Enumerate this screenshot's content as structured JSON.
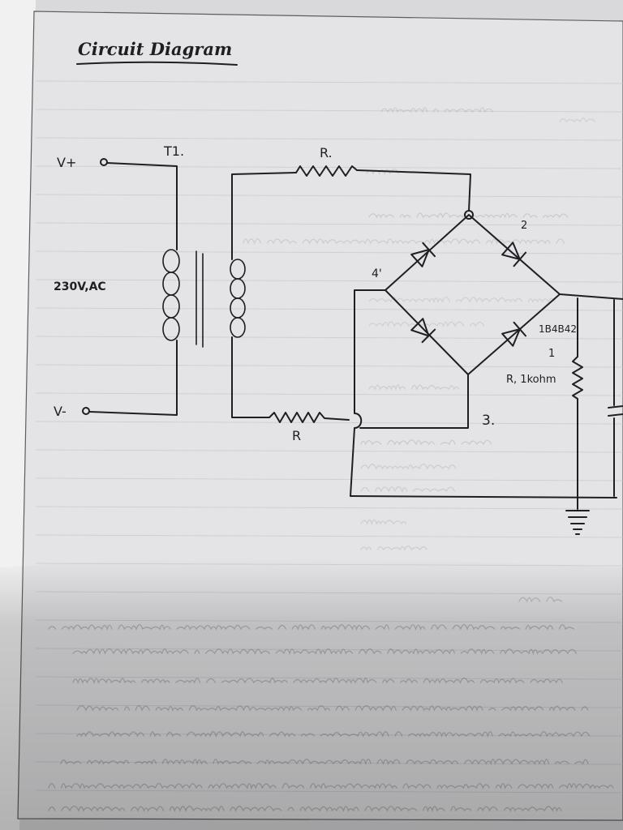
{
  "page": {
    "title": "Circuit Diagram"
  },
  "labels": {
    "v_plus": "V+",
    "transformer": "T1.",
    "r_top": "R.",
    "ac_source": "230V,AC",
    "v_minus": "V-",
    "r_bottom": "R",
    "diode_2": "2",
    "diode_4": "4'",
    "diode_type": "1B4B42",
    "diode_1": "1",
    "load_resistor": "R, 1kohm",
    "node_3": "3."
  },
  "colors": {
    "ink": "#1e1e24",
    "paper": "#e4e4e6",
    "rule": "#b9c0c8",
    "bleed": "#8c8c90"
  }
}
